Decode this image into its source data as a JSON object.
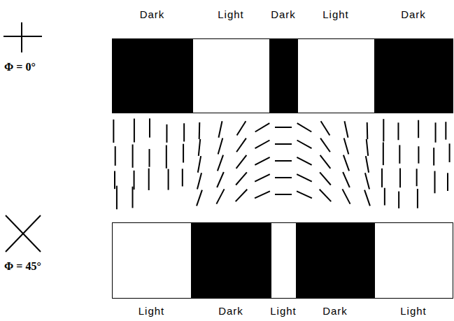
{
  "diagram": {
    "nodes": [
      {
        "text": [
          "Dark"
        ]
      },
      {
        "text": [
          "Light"
        ]
      },
      {
        "text": [
          "Dark"
        ]
      },
      {
        "text": [
          "Light"
        ]
      },
      {
        "text": [
          "Dark"
        ]
      },
      {
        "text": [
          "Light"
        ]
      },
      {
        "text": [
          "Dark"
        ]
      },
      {
        "text": [
          "Light"
        ]
      },
      {
        "text": [
          "Dark"
        ]
      },
      {
        "text": [
          "Light"
        ]
      }
    ],
    "labels": [
      "Φ = 0°",
      "Φ = 45°"
    ]
  }
}
